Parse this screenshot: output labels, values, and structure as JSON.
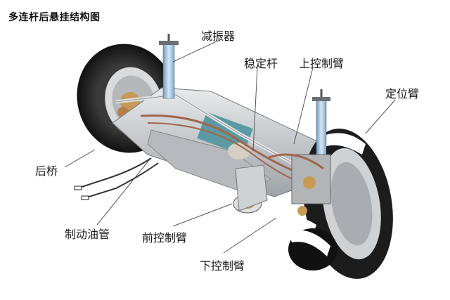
{
  "title": "多连杆后悬挂结构图",
  "labels": {
    "shock_absorber": "减振器",
    "stabilizer_bar": "稳定杆",
    "upper_control_arm": "上控制臂",
    "trailing_arm": "定位臂",
    "rear_axle": "后桥",
    "brake_line": "制动油管",
    "front_control_arm": "前控制臂",
    "lower_control_arm": "下控制臂"
  },
  "colors": {
    "tire": "#1c1c1c",
    "frame": "#c9ccd0",
    "shock": "#9fc3e0",
    "copper": "#a0664a",
    "teal": "#5b9aa3",
    "leader": "#555555"
  }
}
